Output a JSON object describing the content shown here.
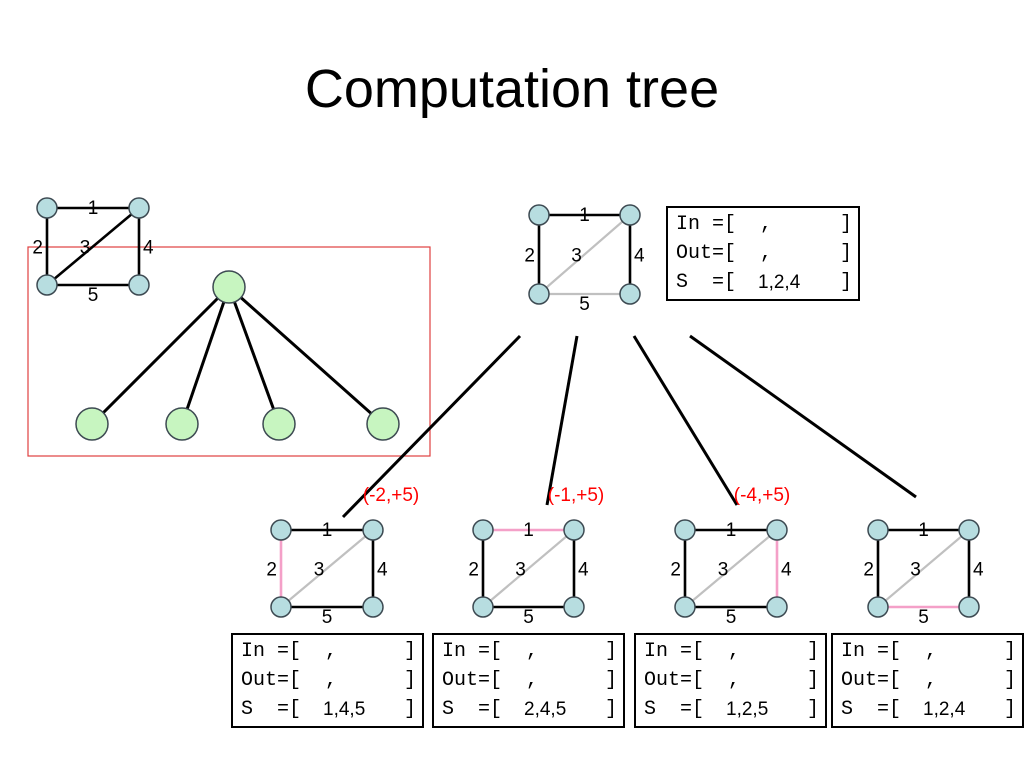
{
  "title": "Computation tree",
  "edge_labels": [
    "1",
    "2",
    "3",
    "4",
    "5"
  ],
  "root_state": {
    "in_label": "In =[",
    "out_label": "Out=[",
    "s_label": "S  =[",
    "comma": ",",
    "close": "]",
    "s_value": "1,2,4"
  },
  "children": [
    {
      "move": "(-2,+5)",
      "in_label": "In =[",
      "out_label": "Out=[",
      "s_label": "S  =[",
      "comma": ",",
      "close": "]",
      "s_value": "1,4,5"
    },
    {
      "move": "(-1,+5)",
      "in_label": "In =[",
      "out_label": "Out=[",
      "s_label": "S  =[",
      "comma": ",",
      "close": "]",
      "s_value": "2,4,5"
    },
    {
      "move": "(-4,+5)",
      "in_label": "In =[",
      "out_label": "Out=[",
      "s_label": "S  =[",
      "comma": ",",
      "close": "]",
      "s_value": "1,2,5"
    },
    {
      "move": "",
      "in_label": "In =[",
      "out_label": "Out=[",
      "s_label": "S  =[",
      "comma": ",",
      "close": "]",
      "s_value": "1,2,4"
    }
  ],
  "colors": {
    "selected_edge": "#000000",
    "unselected_edge": "#c0c0c0",
    "removed_edge": "#f4a0c8",
    "move_label": "#ff0000",
    "node_fill": "#b7dde0",
    "tree_node_fill": "#c7f5c0",
    "frame": "#e04040"
  }
}
